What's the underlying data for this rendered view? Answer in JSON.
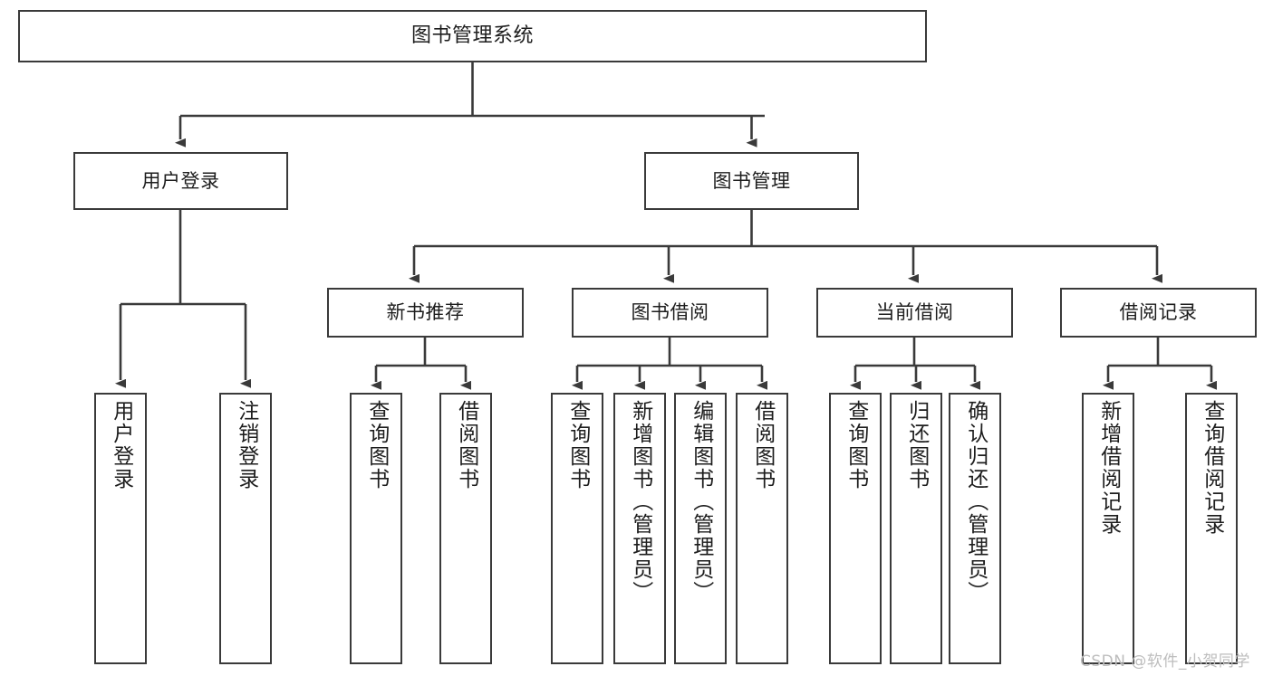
{
  "diagram": {
    "type": "tree-hierarchy-chart",
    "title": "图书管理系统",
    "edge_color": "#3a3a3a",
    "box_border_color": "#3a3a3a",
    "background_color": "#ffffff",
    "text_color": "#1d1d1d"
  },
  "root": {
    "label": "图书管理系统"
  },
  "level1": [
    {
      "label": "用户登录"
    },
    {
      "label": "图书管理"
    }
  ],
  "level2": [
    {
      "label": "新书推荐"
    },
    {
      "label": "图书借阅"
    },
    {
      "label": "当前借阅"
    },
    {
      "label": "借阅记录"
    }
  ],
  "leaves": {
    "user_login": [
      {
        "label": "用户登录"
      },
      {
        "label": "注销登录"
      }
    ],
    "new_book_recommend": [
      {
        "label": "查询图书"
      },
      {
        "label": "借阅图书"
      }
    ],
    "book_borrow": [
      {
        "label": "查询图书"
      },
      {
        "label": "新增图书（管理员）"
      },
      {
        "label": "编辑图书（管理员）"
      },
      {
        "label": "借阅图书"
      }
    ],
    "current_borrow": [
      {
        "label": "查询图书"
      },
      {
        "label": "归还图书"
      },
      {
        "label": "确认归还（管理员）"
      }
    ],
    "borrow_record": [
      {
        "label": "新增借阅记录"
      },
      {
        "label": "查询借阅记录"
      }
    ]
  },
  "watermark": {
    "text": "CSDN @软件_小贺同学"
  }
}
